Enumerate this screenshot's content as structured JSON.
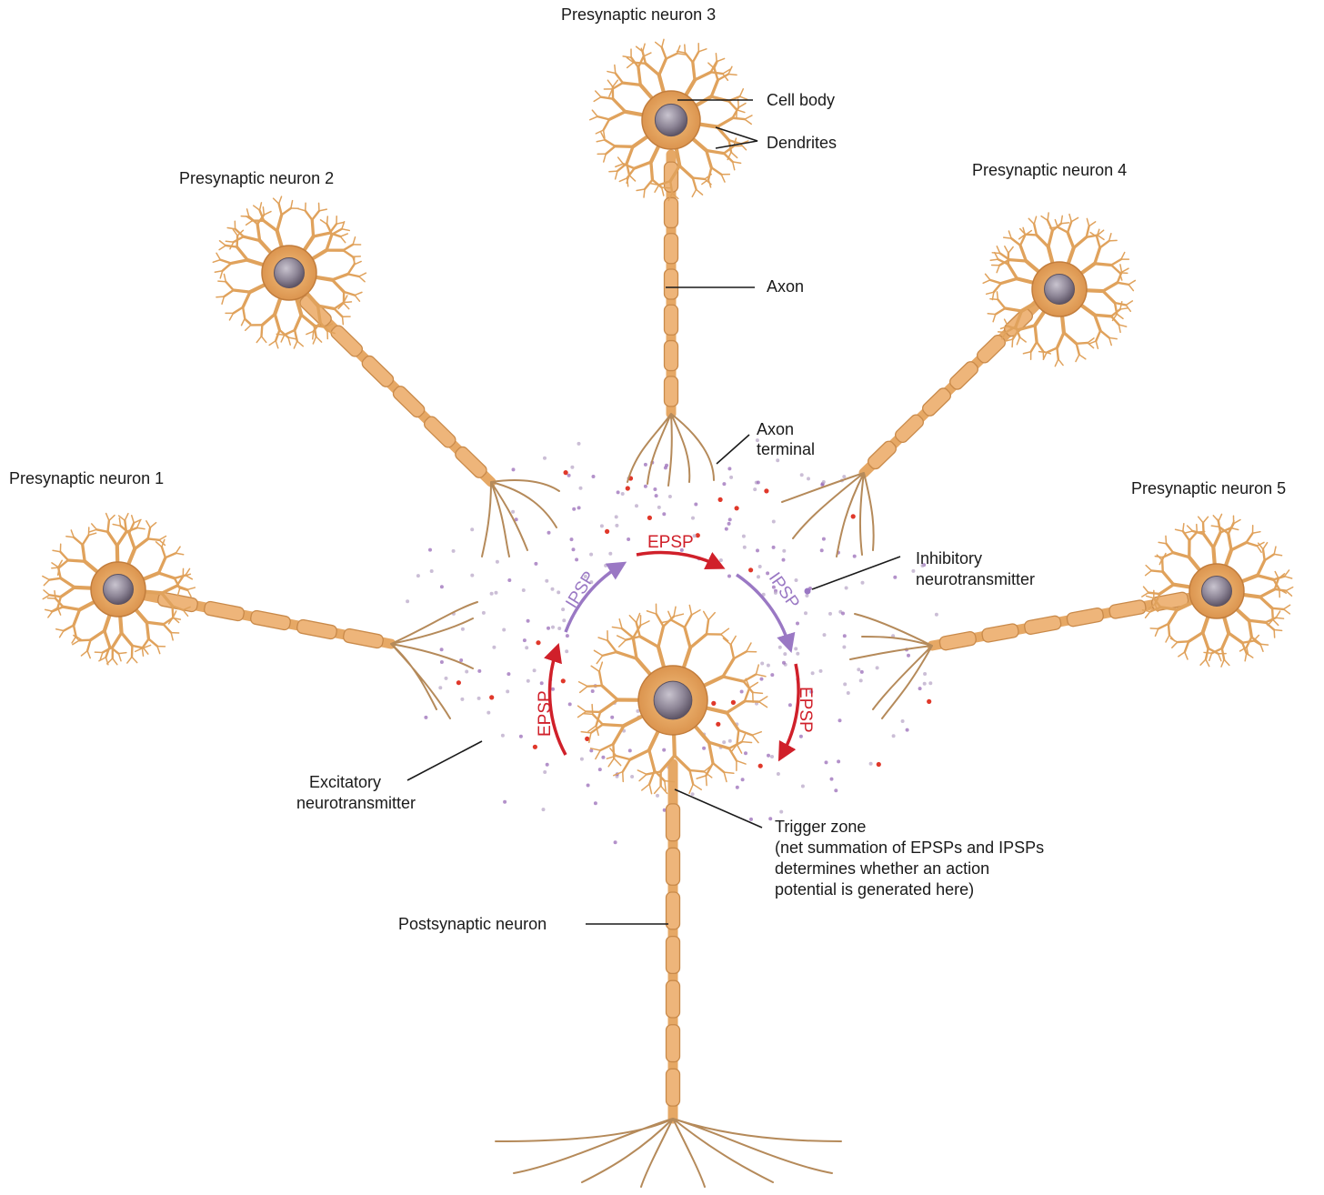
{
  "labels": {
    "pre1": "Presynaptic neuron 1",
    "pre2": "Presynaptic neuron 2",
    "pre3": "Presynaptic neuron 3",
    "pre4": "Presynaptic neuron 4",
    "pre5": "Presynaptic neuron 5",
    "cell_body": "Cell body",
    "dendrites": "Dendrites",
    "axon": "Axon",
    "axon_terminal": [
      "Axon",
      "terminal"
    ],
    "inhibitory_nt": [
      "Inhibitory",
      "neurotransmitter"
    ],
    "excitatory_nt": [
      "Excitatory",
      "neurotransmitter"
    ],
    "trigger_zone": [
      "Trigger zone",
      "(net summation of EPSPs and IPSPs",
      "determines whether an action",
      "potential is generated here)"
    ],
    "postsynaptic": "Postsynaptic neuron"
  },
  "arcs": {
    "epsp": "EPSP",
    "ipsp": "IPSP"
  },
  "colors": {
    "epsp": "#d0202a",
    "ipsp": "#9a78c4",
    "neuron": "#e8a865",
    "nucleus": "#8a8391"
  }
}
